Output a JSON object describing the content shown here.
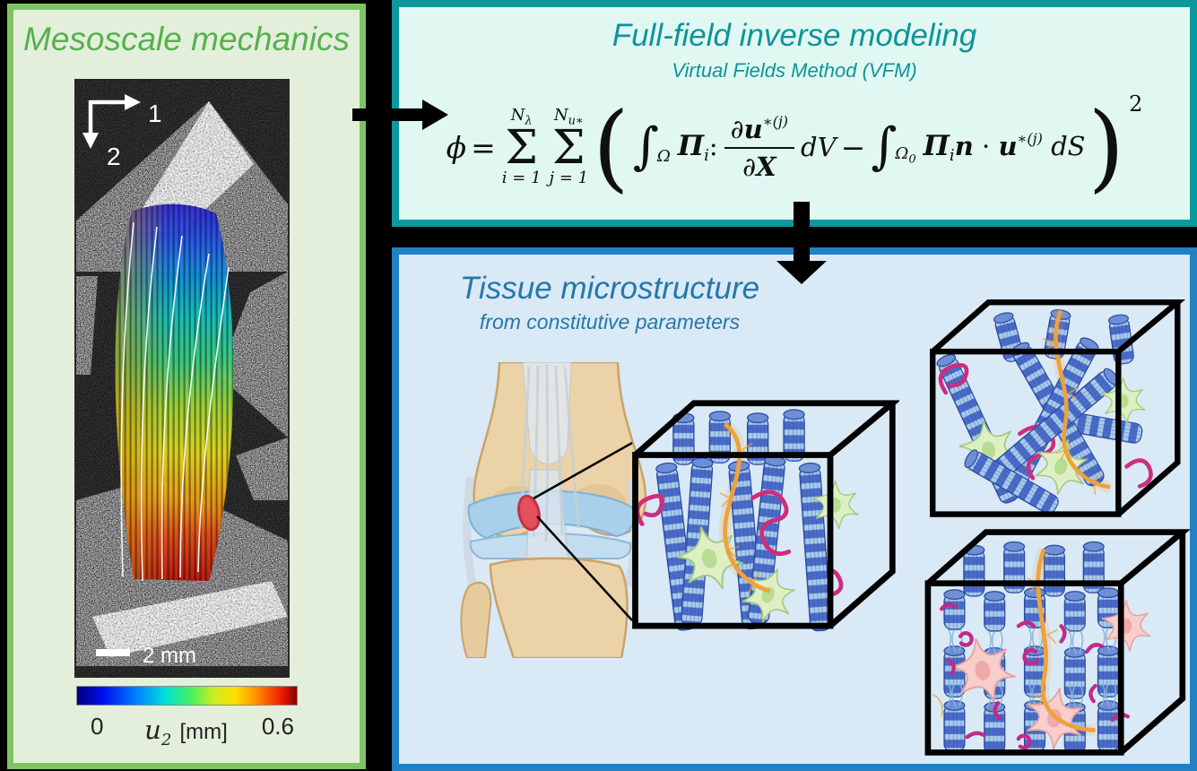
{
  "panels": {
    "mesoscale": {
      "title": "Mesoscale mechanics",
      "axis1": "1",
      "axis2": "2",
      "scalebar": "2 mm",
      "colorbar": {
        "min": "0",
        "max": "0.6",
        "sym": "u",
        "sym_sub": "2",
        "unit": "[mm]"
      }
    },
    "inverse": {
      "title": "Full-field inverse modeling",
      "subtitle": "Virtual Fields Method (VFM)",
      "eq": {
        "phi": "ϕ",
        "equals": "=",
        "sum1": {
          "top_main": "N",
          "top_sub": "λ",
          "sigma": "Σ",
          "bottom": "i = 1"
        },
        "sum2": {
          "top_main": "N",
          "top_sub": "u∗",
          "sigma": "Σ",
          "bottom": "j = 1"
        },
        "lparen": "(",
        "int1": {
          "sym": "∫",
          "sub": "Ω"
        },
        "pi1": {
          "sym": "Π",
          "sub": "i",
          "colon": ":"
        },
        "frac": {
          "num_d": "∂",
          "num_u": "u",
          "num_sup": "∗(j)",
          "den_d": "∂",
          "den_x": "X"
        },
        "dv": "dV",
        "minus": "−",
        "int2": {
          "sym": "∫",
          "sub_main": "Ω",
          "sub_sub": "0"
        },
        "pi2": {
          "sym": "Π",
          "sub": "i",
          "n": "n",
          "cdot": "·",
          "u": "u",
          "u_sup": "∗(j)",
          "ds": "dS"
        },
        "rparen": ")",
        "power": "2"
      }
    },
    "micro": {
      "title": "Tissue microstructure",
      "subtitle": "from constitutive parameters"
    }
  },
  "colors": {
    "left_border": "#7ec562",
    "left_bg": "#e4efdb",
    "left_title": "#55b14e",
    "inv_border": "#0d989e",
    "inv_bg": "#e0f8f1",
    "inv_title": "#0f939a",
    "mic_border": "#2181c4",
    "mic_bg": "#d9e9f5",
    "mic_title": "#2478a9",
    "magenta_fiber": "#cf2d7c",
    "orange_fiber": "#eda23c",
    "fibril_blue": "#4a6cc8"
  }
}
